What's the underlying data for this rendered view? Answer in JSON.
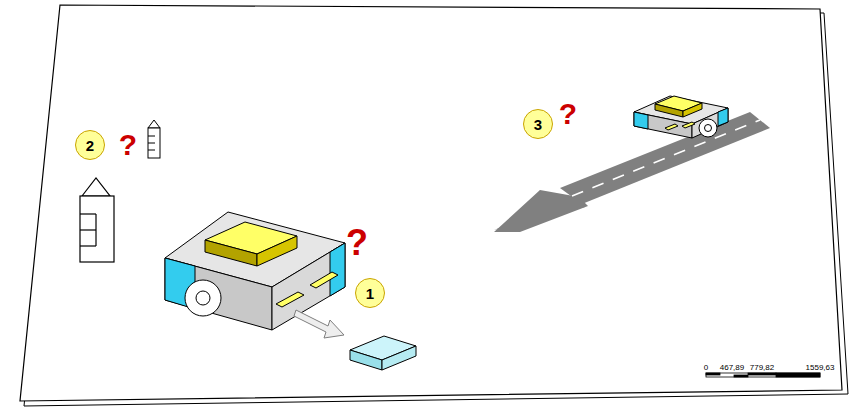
{
  "diagram": {
    "nodes": [
      {
        "text": [
          "2"
        ]
      },
      {
        "text": [
          "3"
        ]
      },
      {
        "text": [
          "1"
        ]
      }
    ],
    "edges": [],
    "labels": [
      "?",
      "?",
      "?",
      "0",
      "467,89",
      "779,82",
      "1559,63"
    ]
  }
}
